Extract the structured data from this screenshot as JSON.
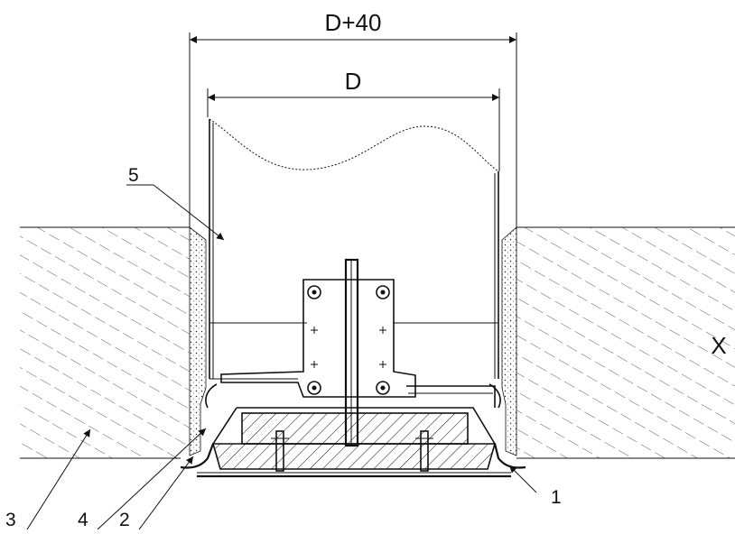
{
  "dimensions": {
    "outer_width": "D+40",
    "inner_width": "D",
    "height": "X"
  },
  "callouts": [
    "1",
    "2",
    "3",
    "4",
    "5"
  ]
}
